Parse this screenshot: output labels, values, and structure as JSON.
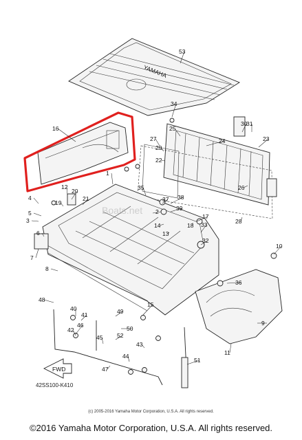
{
  "diagram": {
    "ref_code": "42SS100-K410",
    "inner_copyright": "(c) 2005-2016 Yamaha Motor Corporation, U.S.A. All rights reserved.",
    "footer": "©2016 Yamaha Motor Corporation, U.S.A. All rights reserved.",
    "watermark": "Boats.net",
    "mat_brand": "YAMAHA",
    "fwd_label": "FWD",
    "highlight_color": "#e0201e",
    "highlighted_part": "16",
    "part_labels": [
      {
        "n": "53"
      },
      {
        "n": "34"
      },
      {
        "n": "16"
      },
      {
        "n": "30"
      },
      {
        "n": "31"
      },
      {
        "n": "25"
      },
      {
        "n": "24"
      },
      {
        "n": "23"
      },
      {
        "n": "27"
      },
      {
        "n": "29"
      },
      {
        "n": "22"
      },
      {
        "n": "1"
      },
      {
        "n": "12"
      },
      {
        "n": "20"
      },
      {
        "n": "35"
      },
      {
        "n": "26"
      },
      {
        "n": "4"
      },
      {
        "n": "19"
      },
      {
        "n": "21"
      },
      {
        "n": "37"
      },
      {
        "n": "38"
      },
      {
        "n": "39"
      },
      {
        "n": "2"
      },
      {
        "n": "14"
      },
      {
        "n": "13"
      },
      {
        "n": "18"
      },
      {
        "n": "17"
      },
      {
        "n": "3"
      },
      {
        "n": "5"
      },
      {
        "n": "6"
      },
      {
        "n": "7"
      },
      {
        "n": "8"
      },
      {
        "n": "32"
      },
      {
        "n": "33"
      },
      {
        "n": "28"
      },
      {
        "n": "10"
      },
      {
        "n": "36"
      },
      {
        "n": "9"
      },
      {
        "n": "11"
      },
      {
        "n": "48"
      },
      {
        "n": "40"
      },
      {
        "n": "41"
      },
      {
        "n": "46"
      },
      {
        "n": "49"
      },
      {
        "n": "50"
      },
      {
        "n": "52"
      },
      {
        "n": "42"
      },
      {
        "n": "44"
      },
      {
        "n": "45"
      },
      {
        "n": "43"
      },
      {
        "n": "47"
      },
      {
        "n": "51"
      },
      {
        "n": "15"
      }
    ]
  }
}
